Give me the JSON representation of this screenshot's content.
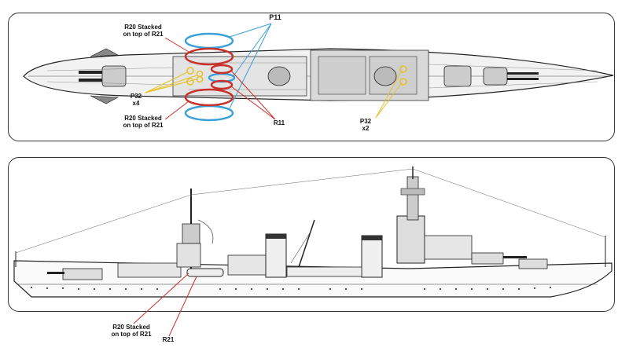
{
  "plan_view": {
    "labels": {
      "p11": "P11",
      "r20_top_l1": "R20 Stacked",
      "r20_top_l2": "on top of R21",
      "p32_left_l1": "P32",
      "p32_left_l2": "x4",
      "r20_bottom_l1": "R20 Stacked",
      "r20_bottom_l2": "on top of R21",
      "r11": "R11",
      "p32_right_l1": "P32",
      "p32_right_l2": "x2"
    }
  },
  "profile_view": {
    "labels": {
      "r20_l1": "R20 Stacked",
      "r20_l2": "on top of R21",
      "r21": "R21"
    }
  },
  "colors": {
    "p11_callout": "#3aa0d8",
    "r20_r21_callout": "#c8302a",
    "p32_callout": "#e6c22a",
    "r11_callout": "#b8322c",
    "line_art": "#222222"
  }
}
